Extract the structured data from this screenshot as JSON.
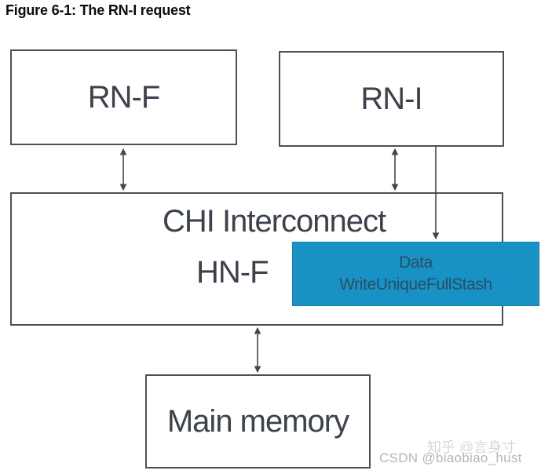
{
  "figure_title": "Figure 6-1: The RN-I request",
  "diagram": {
    "rn_f": {
      "label": "RN-F"
    },
    "rn_i": {
      "label": "RN-I"
    },
    "interconnect": {
      "label": "CHI Interconnect",
      "home_node_label": "HN-F"
    },
    "stash_message": {
      "line1": "Data",
      "line2": "WriteUniqueFullStash"
    },
    "main_memory": {
      "label": "Main memory"
    }
  },
  "arrows": [
    {
      "name": "rn-f-interconnect",
      "type": "bidirectional"
    },
    {
      "name": "rn-i-interconnect",
      "type": "bidirectional"
    },
    {
      "name": "rn-i-stash-request",
      "type": "down"
    },
    {
      "name": "interconnect-main-memory",
      "type": "bidirectional"
    }
  ],
  "colors": {
    "stash_bg": "#1892c4",
    "stash_text": "#2b4d66",
    "box_border": "#4c5158",
    "label_text": "#3b424b",
    "arrow": "#41474e",
    "title_text": "#0c0c0d",
    "watermark_zhihu": "#d8d8d8",
    "watermark_csdn": "#b3b6ba"
  },
  "watermarks": {
    "zhihu": "知乎 @言身寸",
    "csdn": "CSDN @biaobiao_hust"
  }
}
